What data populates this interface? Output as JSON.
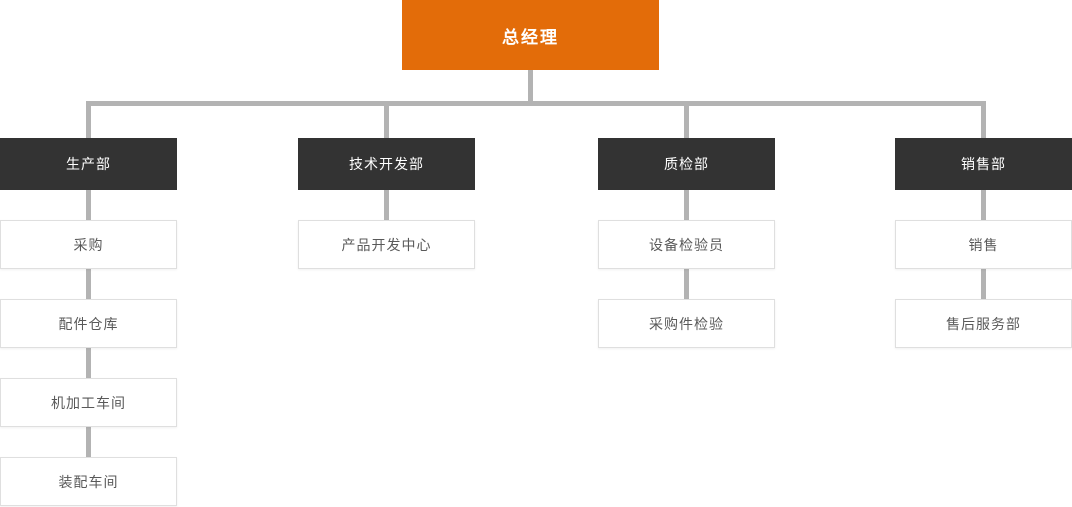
{
  "chart": {
    "type": "org-chart",
    "root": {
      "label": "总经理"
    },
    "branches": [
      {
        "label": "生产部",
        "children": [
          "采购",
          "配件仓库",
          "机加工车间",
          "装配车间"
        ]
      },
      {
        "label": "技术开发部",
        "children": [
          "产品开发中心"
        ]
      },
      {
        "label": "质检部",
        "children": [
          "设备检验员",
          "采购件检验"
        ]
      },
      {
        "label": "销售部",
        "children": [
          "销售",
          "售后服务部"
        ]
      }
    ],
    "colors": {
      "root_bg": "#e36c09",
      "dept_bg": "#333333",
      "connector": "#b3b3b3",
      "node_border": "#dfdfdf",
      "node_text": "#595959",
      "inverse_text": "#ffffff"
    }
  }
}
